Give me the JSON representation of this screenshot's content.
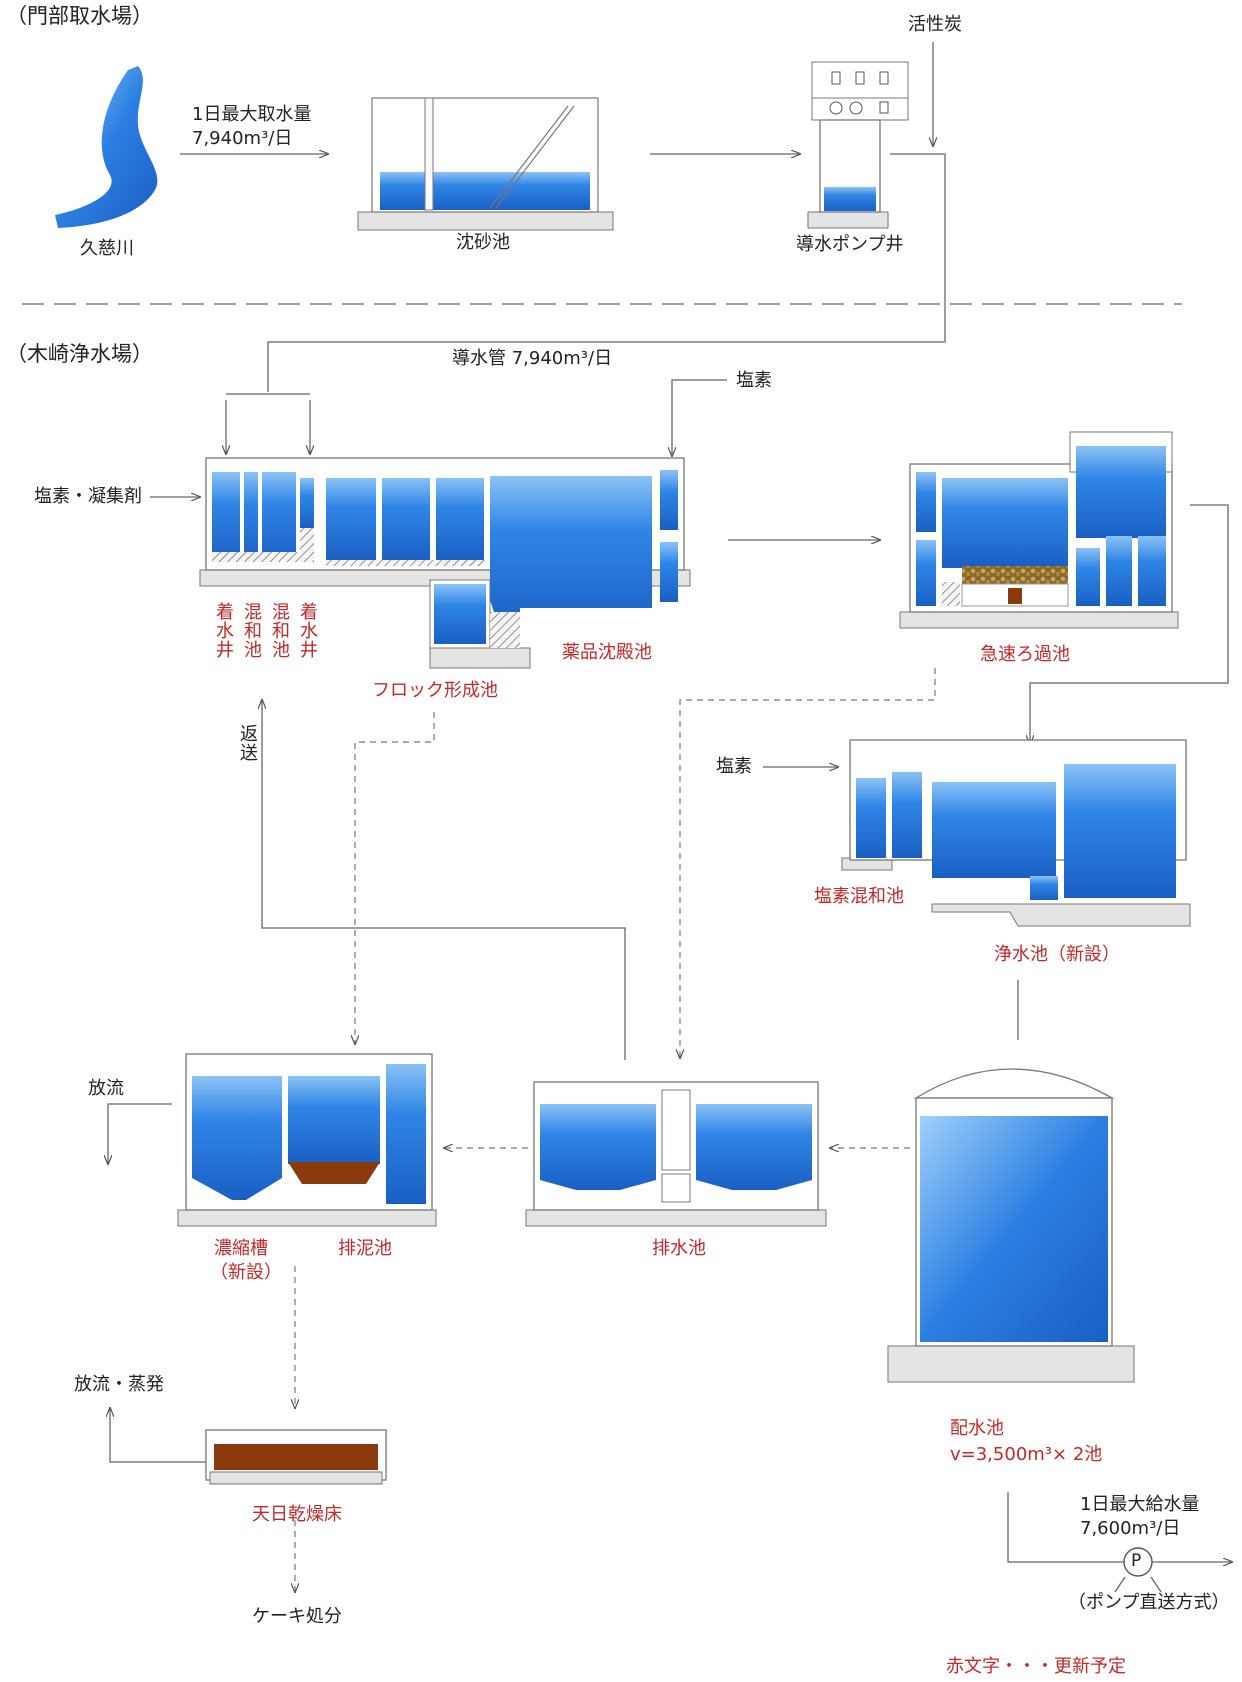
{
  "colors": {
    "water": "#2f7fe0",
    "water_light": "#7fb9f2",
    "sludge": "#8b3a0e",
    "filter_media": "#8a6a2a",
    "wall": "#f2f2f2",
    "wall_line": "#777777",
    "base": "#e4e4e4",
    "update_red": "#c62828",
    "line": "#666666"
  },
  "sections": {
    "intake": "（門部取水場）",
    "plant": "（木崎浄水場）"
  },
  "intake": {
    "river": "久慈川",
    "max_intake_line1": "1日最大取水量",
    "max_intake_line2": "7,940m³/日",
    "settling": "沈砂池",
    "pump_well": "導水ポンプ井",
    "activated_carbon": "活性炭"
  },
  "plant": {
    "conduit": "導水管 7,940m³/日",
    "chlorine_top": "塩素",
    "chlorine_coagulant": "塩素・凝集剤",
    "receiving_well_a": "着水井",
    "mixing_a": "混和池",
    "mixing_b": "混和池",
    "receiving_well_b": "着水井",
    "floc": "フロック形成池",
    "sedimentation": "薬品沈殿池",
    "rapid_filter": "急速ろ過池",
    "chlorine_mid": "塩素",
    "chlorine_mix": "塩素混和池",
    "clear_well": "浄水池（新設）",
    "return": "返送",
    "discharge": "放流",
    "thickener_line1": "濃縮槽",
    "thickener_line2": "（新設）",
    "sludge_pond": "排泥池",
    "drain_pond": "排水池",
    "distribution": "配水池",
    "distribution_volume": "v=3,500m³× 2池",
    "max_supply_line1": "1日最大給水量",
    "max_supply_line2": "7,600m³/日",
    "pump_symbol": "P",
    "pump_method": "（ポンプ直送方式）",
    "discharge_evap": "放流・蒸発",
    "drying_bed": "天日乾燥床",
    "cake": "ケーキ処分"
  },
  "legend": "赤文字・・・更新予定"
}
